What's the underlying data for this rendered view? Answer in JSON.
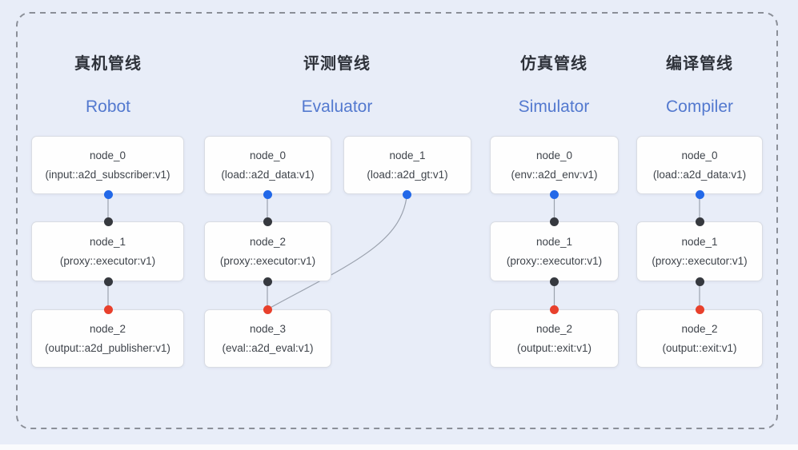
{
  "diagram_title": "pipeline-architecture-diagram",
  "colors": {
    "background": "#e8edf8",
    "frame_border": "#8b8f98",
    "node_bg": "#fefefe",
    "node_border": "#d9dce3",
    "node_text": "#3f444b",
    "title_cn_text": "#2e323a",
    "title_en_text": "#5379cf",
    "edge_line": "#9ba2ae",
    "port_source_blue": "#2268e8",
    "port_proxy_dark": "#36393f",
    "port_sink_red": "#e8402c"
  },
  "pipelines": [
    {
      "title_cn": "真机管线",
      "title_en": "Robot",
      "nodes": [
        {
          "name": "node_0",
          "impl": "(input::a2d_subscriber:v1)"
        },
        {
          "name": "node_1",
          "impl": "(proxy::executor:v1)"
        },
        {
          "name": "node_2",
          "impl": "(output::a2d_publisher:v1)"
        }
      ]
    },
    {
      "title_cn": "评测管线",
      "title_en": "Evaluator",
      "nodes": [
        {
          "name": "node_0",
          "impl": "(load::a2d_data:v1)"
        },
        {
          "name": "node_1",
          "impl": "(load::a2d_gt:v1)"
        },
        {
          "name": "node_2",
          "impl": "(proxy::executor:v1)"
        },
        {
          "name": "node_3",
          "impl": "(eval::a2d_eval:v1)"
        }
      ]
    },
    {
      "title_cn": "仿真管线",
      "title_en": "Simulator",
      "nodes": [
        {
          "name": "node_0",
          "impl": "(env::a2d_env:v1)"
        },
        {
          "name": "node_1",
          "impl": "(proxy::executor:v1)"
        },
        {
          "name": "node_2",
          "impl": "(output::exit:v1)"
        }
      ]
    },
    {
      "title_cn": "编译管线",
      "title_en": "Compiler",
      "nodes": [
        {
          "name": "node_0",
          "impl": "(load::a2d_data:v1)"
        },
        {
          "name": "node_1",
          "impl": "(proxy::executor:v1)"
        },
        {
          "name": "node_2",
          "impl": "(output::exit:v1)"
        }
      ]
    }
  ],
  "edges_note": "node_0→node_1→node_2 vertical in Robot/Simulator/Compiler; Evaluator: node_0→node_2→node_3 vertical, node_1→node_3 curved"
}
